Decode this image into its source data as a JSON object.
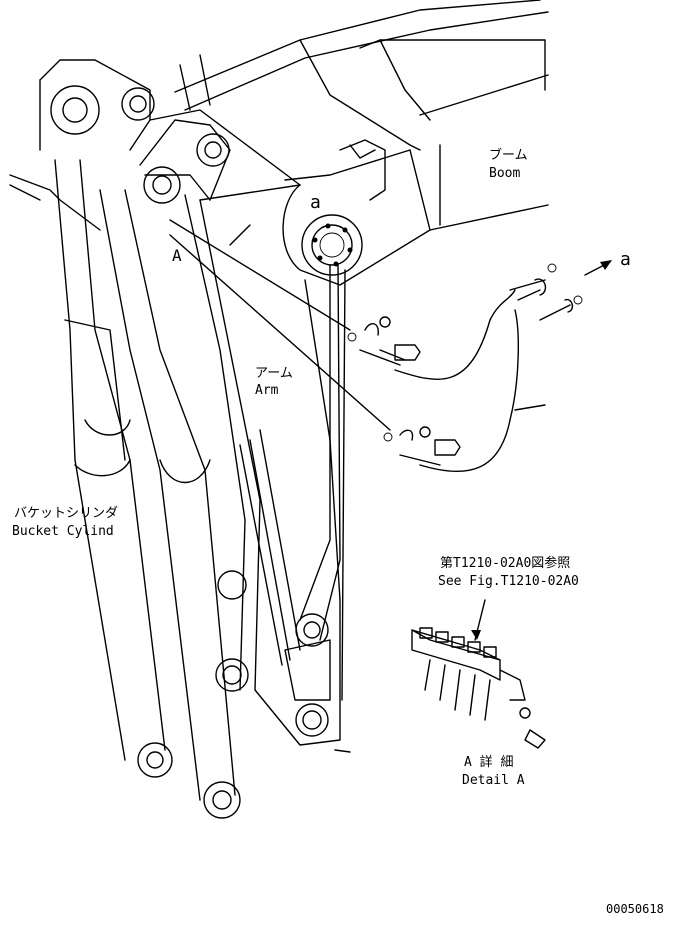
{
  "labels": {
    "boom_jp": "ブーム",
    "boom_en": "Boom",
    "arm_jp": "アーム",
    "arm_en": "Arm",
    "bucket_jp": "バケットシリンダ",
    "bucket_en": "Bucket Cylind",
    "ref_jp": "第T1210-02A0図参照",
    "ref_en": "See Fig.T1210-02A0",
    "detail_jp": "A 詳 細",
    "detail_en": "Detail A",
    "callout_a_top": "a",
    "callout_a_right": "a",
    "callout_A": "A",
    "drawing_no": "00050618"
  }
}
